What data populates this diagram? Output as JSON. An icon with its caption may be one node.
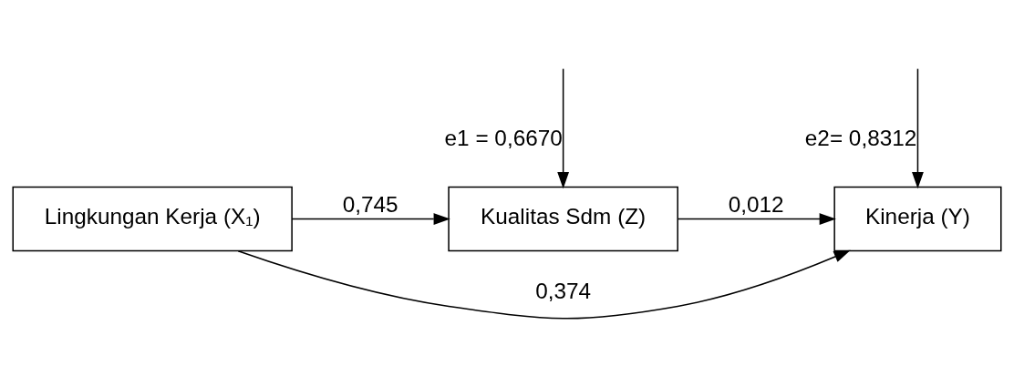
{
  "diagram": {
    "nodes": [
      {
        "text": [
          "Lingkungan Kerja (X₁)"
        ]
      },
      {
        "text": [
          "Kualitas Sdm (Z)"
        ]
      },
      {
        "text": [
          "Kinerja (Y)"
        ]
      }
    ],
    "edges": [
      {
        "from": 0,
        "to": 1,
        "arrow": "to",
        "label": "0,745"
      },
      {
        "from": 1,
        "to": 2,
        "arrow": "to",
        "label": "0,012"
      },
      {
        "from": 0,
        "to": 2,
        "arrow": "to",
        "label": "0,374"
      },
      {
        "from": null,
        "to": 1,
        "arrow": "to",
        "label": "e1 = 0,6670"
      },
      {
        "from": null,
        "to": 2,
        "arrow": "to",
        "label": "e2= 0,8312"
      }
    ]
  }
}
